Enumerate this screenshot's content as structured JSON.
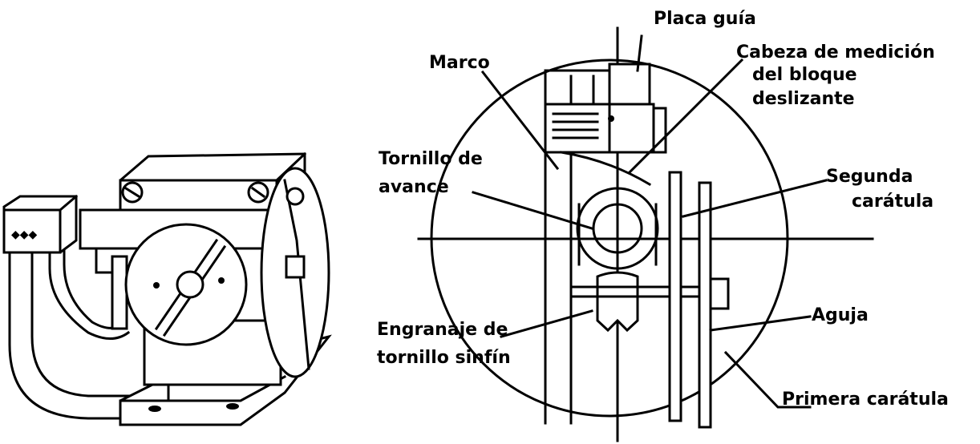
{
  "labels": {
    "placa_guia": "Placa guía",
    "marco": "Marco",
    "cabeza_1": "Cabeza de medición",
    "cabeza_2": "del  bloque",
    "cabeza_3": "deslizante",
    "tornillo_avance_1": "Tornillo de",
    "tornillo_avance_2": "avance",
    "segunda_caratula_1": "Segunda",
    "segunda_caratula_2": "carátula",
    "engranaje_1": "Engranaje de",
    "engranaje_2": "tornillo sinfín",
    "aguja": "Aguja",
    "primera_caratula": "Primera carátula"
  },
  "colors": {
    "ink": "#000000",
    "paper": "#ffffff"
  }
}
